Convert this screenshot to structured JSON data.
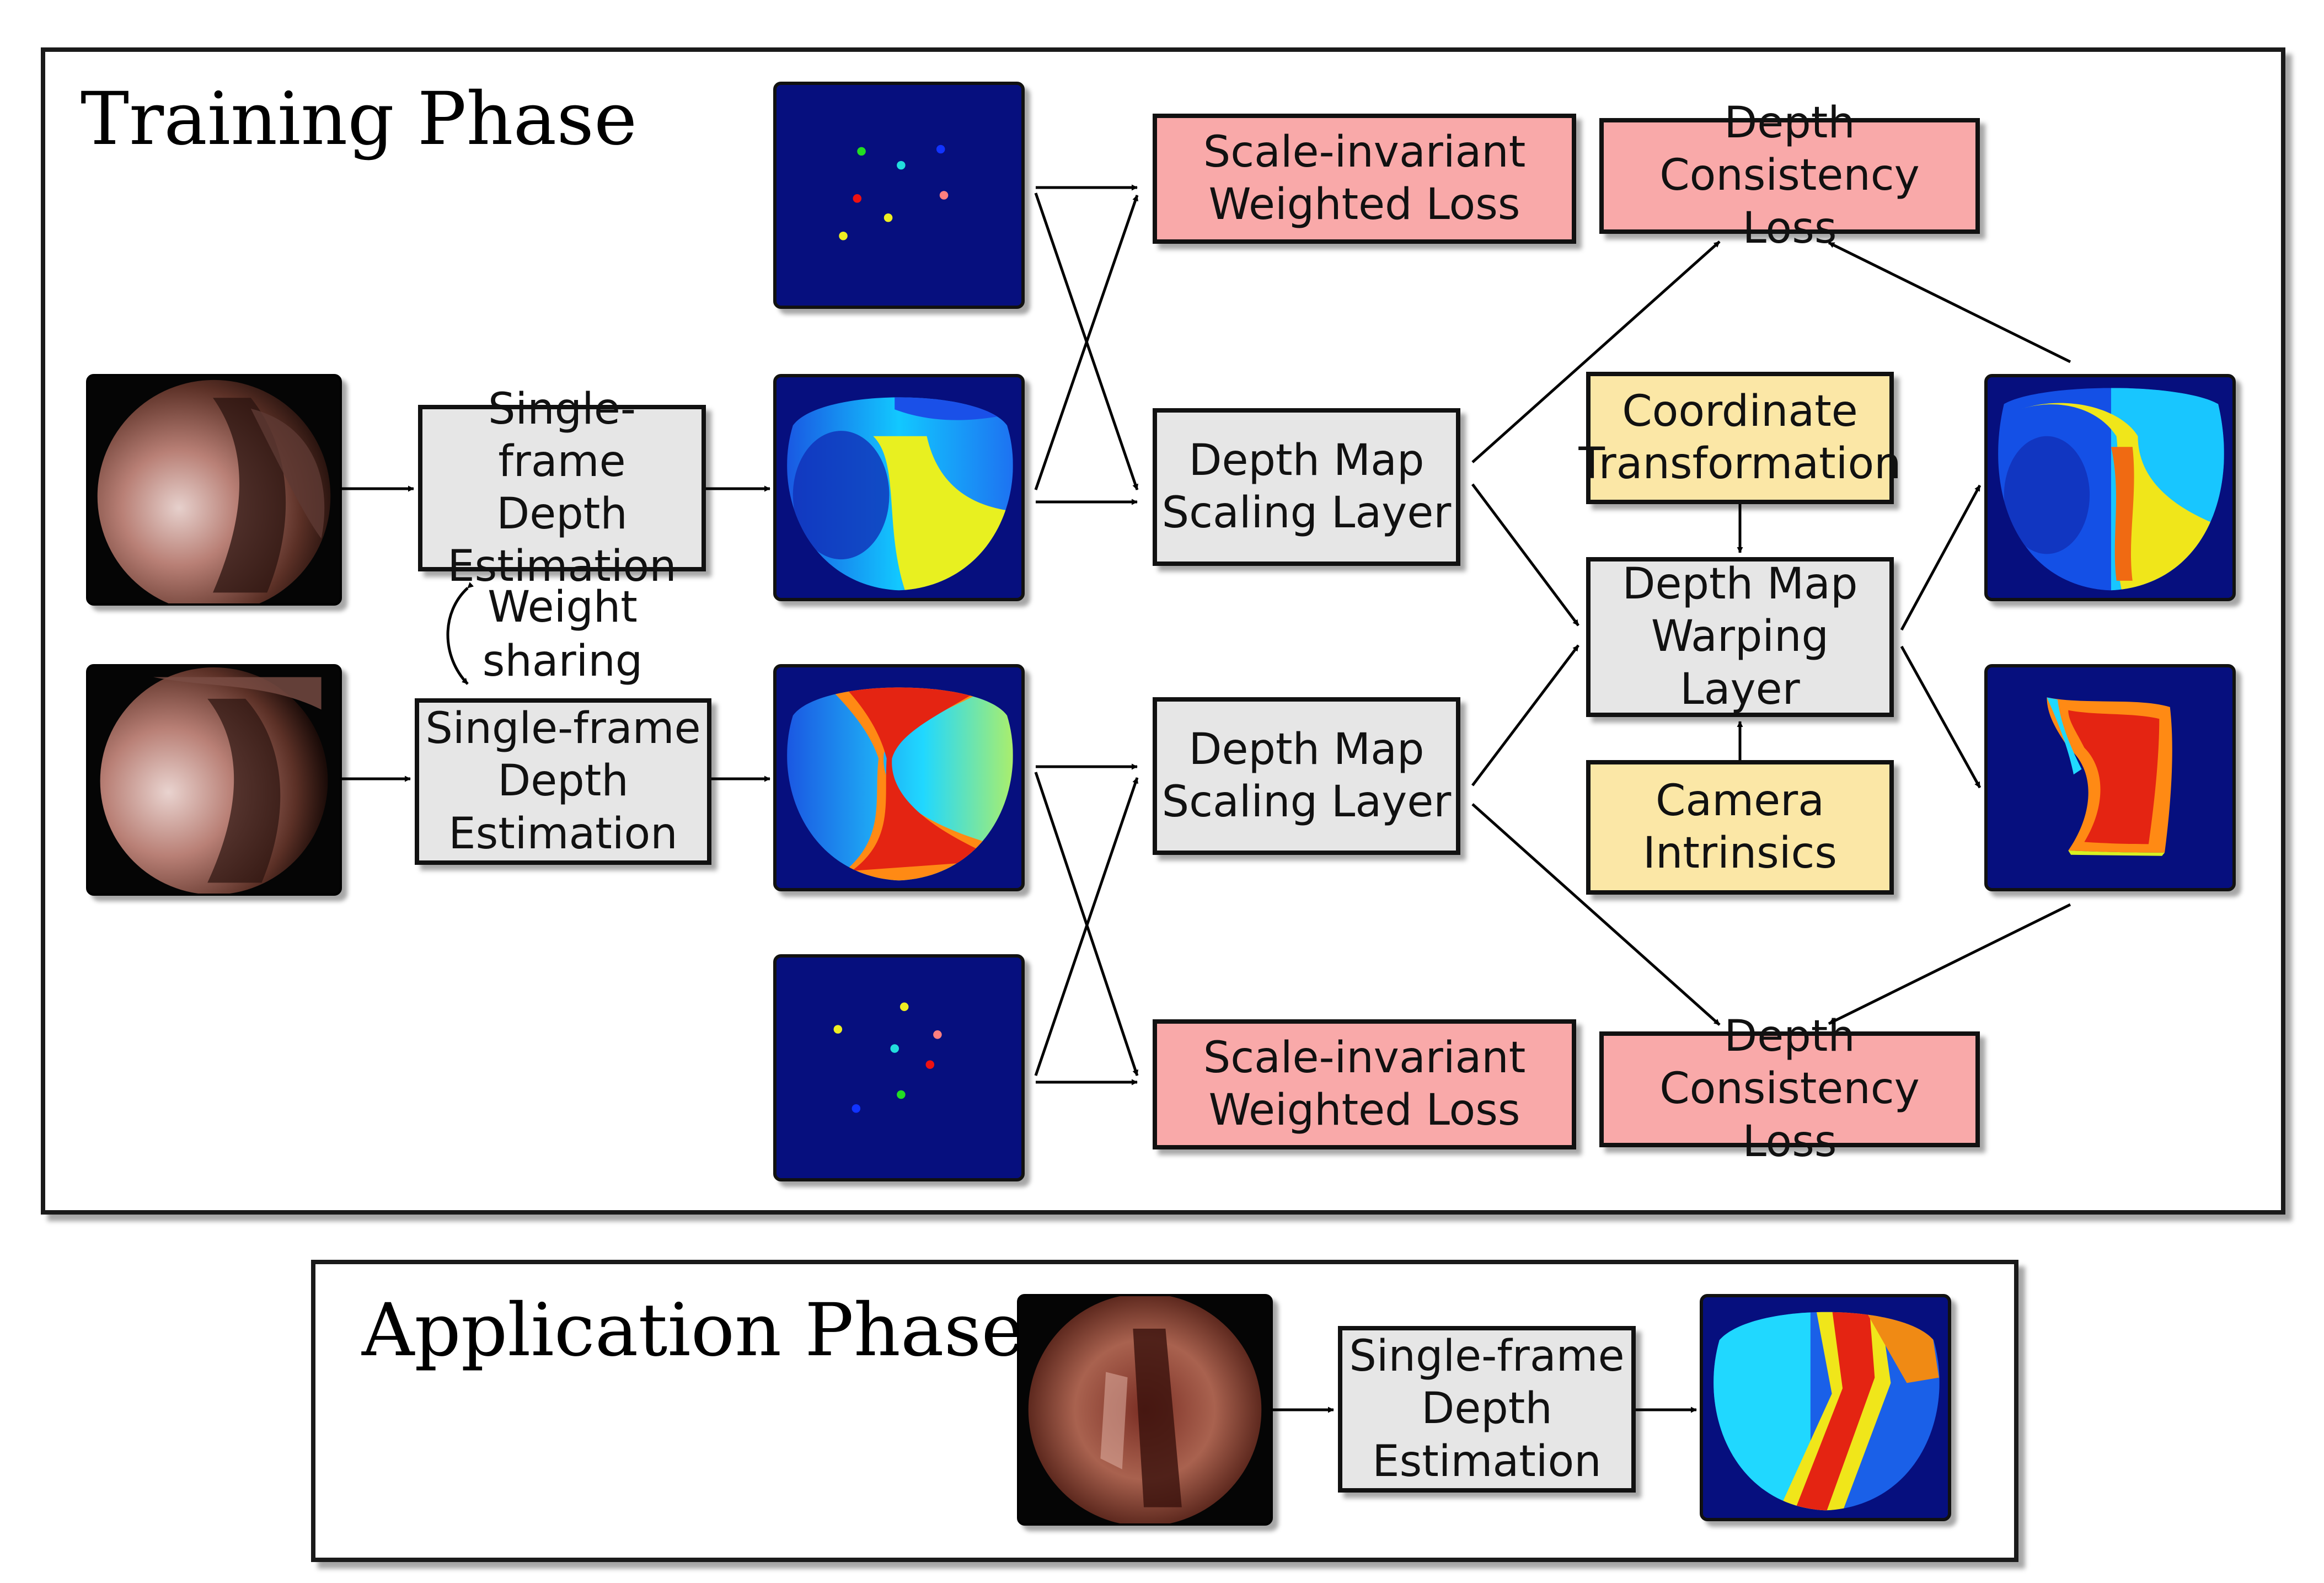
{
  "training": {
    "title": "Training Phase",
    "depth_est_top": "Single-frame\nDepth\nEstimation",
    "depth_est_bottom": "Single-frame\nDepth\nEstimation",
    "weight_sharing": "Weight\nsharing",
    "scaling_top": "Depth Map\nScaling Layer",
    "scaling_bottom": "Depth Map\nScaling Layer",
    "loss_si_top": "Scale-invariant\nWeighted Loss",
    "loss_si_bottom": "Scale-invariant\nWeighted Loss",
    "loss_dc_top": "Depth Consistency\nLoss",
    "loss_dc_bottom": "Depth Consistency\nLoss",
    "coord_transform": "Coordinate\nTransformation",
    "warping": "Depth Map\nWarping Layer",
    "camera_intrinsics": "Camera\nIntrinsics"
  },
  "application": {
    "title": "Application Phase",
    "depth_est": "Single-frame\nDepth\nEstimation"
  },
  "colors": {
    "frame": "#1a1a1a",
    "box_gray": "#e6e6e6",
    "box_red": "#f9a9a9",
    "box_yellow": "#fbe7a6",
    "depth_background": "#060f7e"
  },
  "icons": {
    "frame_images": "endoscopic-frame-image",
    "depth_maps": "depth-map-image",
    "sparse_points": "sparse-depth-points-image"
  }
}
